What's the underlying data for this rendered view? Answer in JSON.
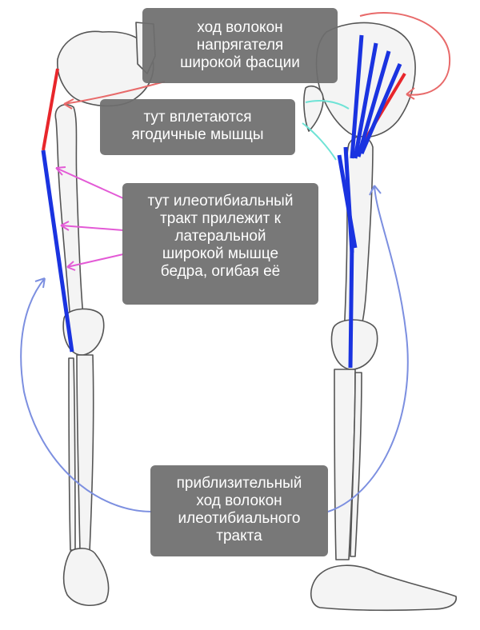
{
  "labels": {
    "tfl_fibers": "ход волокон\nнапрягателя\nширокой фасции",
    "glutes_insert": "тут вплетаются\nягодичные мышцы",
    "it_tract_lateral": "тут илеотибиальный\nтракт прилежит к\nлатеральной\nширокой мышце\nбедра, огибая её",
    "approx_fibers": "приблизительный\nход волокон\nилеотибиального\nтракта"
  },
  "colors": {
    "tfl_line": "#e8262b",
    "it_tract_line": "#1a33e0",
    "glute_arrow": "#6fe3d6",
    "lateral_arrow": "#e35ad6",
    "fiber_curve": "#7c8fe0",
    "pelvis_curve": "#e86a6a",
    "bone_stroke": "#555555"
  }
}
